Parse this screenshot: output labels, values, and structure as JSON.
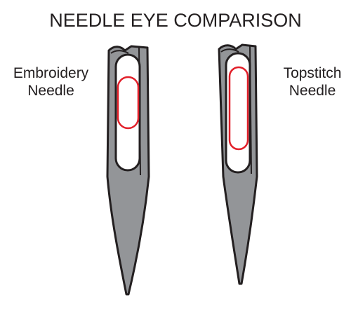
{
  "title": "NEEDLE EYE COMPARISON",
  "needles": [
    {
      "line1": "Embroidery",
      "line2": "Needle"
    },
    {
      "line1": "Topstitch",
      "line2": "Needle"
    }
  ],
  "colors": {
    "needle_fill": "#939598",
    "outline": "#231f20",
    "eye_highlight": "#e2202a",
    "background": "#ffffff"
  }
}
